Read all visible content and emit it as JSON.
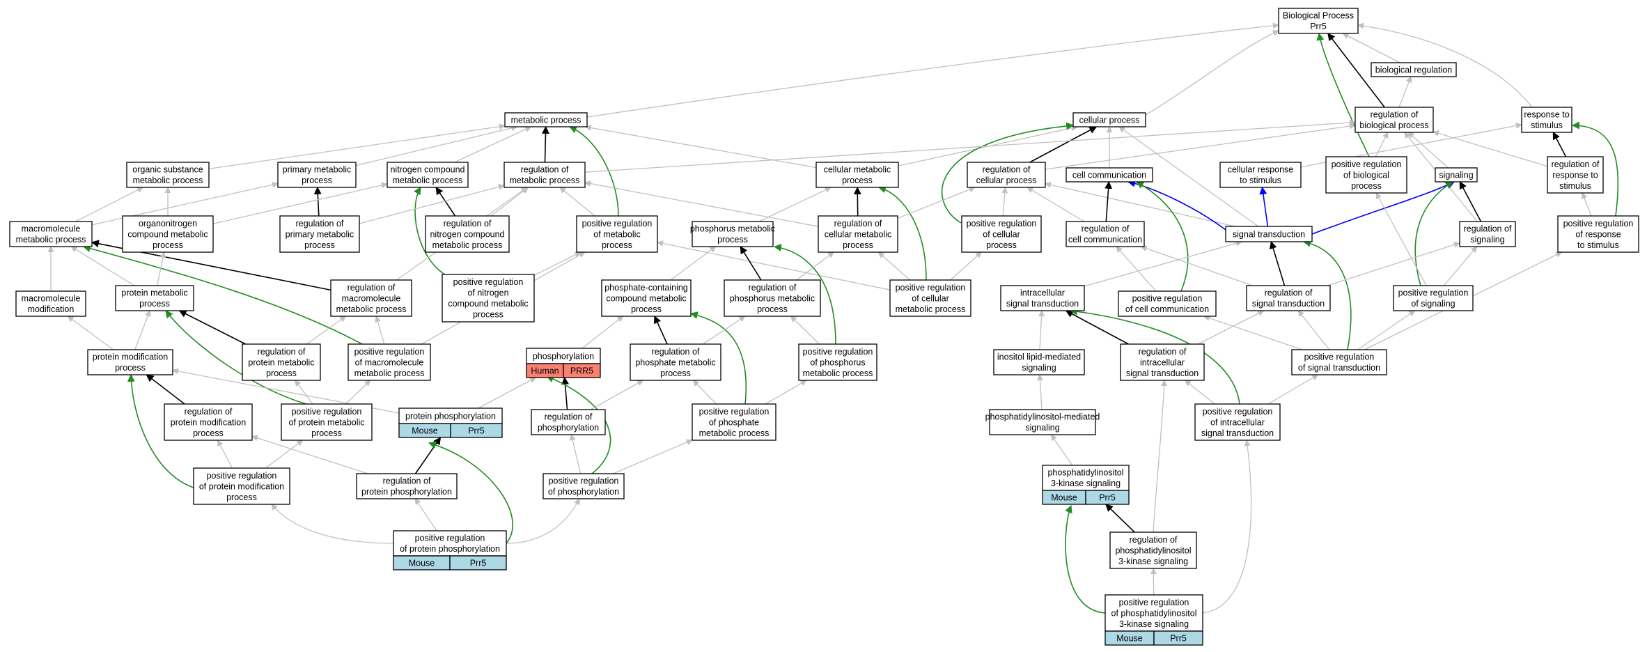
{
  "colors": {
    "edge_gray": "#c0c0c0",
    "edge_black": "#000000",
    "edge_green": "#228b22",
    "edge_blue": "#0000ff",
    "cell_mouse": "#add8e6",
    "cell_human": "#fa8072"
  },
  "nodes": [
    {
      "id": "bp",
      "lines": [
        "Biological Process",
        "Prr5"
      ]
    },
    {
      "id": "breg",
      "lines": [
        "biological regulation"
      ]
    },
    {
      "id": "mp",
      "lines": [
        "metabolic process"
      ]
    },
    {
      "id": "cp",
      "lines": [
        "cellular process"
      ]
    },
    {
      "id": "rbp",
      "lines": [
        "regulation of",
        "biological process"
      ]
    },
    {
      "id": "rts",
      "lines": [
        "response to",
        "stimulus"
      ]
    },
    {
      "id": "osmp",
      "lines": [
        "organic substance",
        "metabolic process"
      ]
    },
    {
      "id": "pmp",
      "lines": [
        "primary metabolic",
        "process"
      ]
    },
    {
      "id": "ncmp",
      "lines": [
        "nitrogen compound",
        "metabolic process"
      ]
    },
    {
      "id": "rmp",
      "lines": [
        "regulation of",
        "metabolic process"
      ]
    },
    {
      "id": "cmp",
      "lines": [
        "cellular metabolic",
        "process"
      ]
    },
    {
      "id": "rcp",
      "lines": [
        "regulation of",
        "cellular process"
      ]
    },
    {
      "id": "cc",
      "lines": [
        "cell communication"
      ]
    },
    {
      "id": "crs",
      "lines": [
        "cellular response",
        "to stimulus"
      ]
    },
    {
      "id": "prbp",
      "lines": [
        "positive regulation",
        "of biological",
        "process"
      ]
    },
    {
      "id": "sig",
      "lines": [
        "signaling"
      ]
    },
    {
      "id": "rrs",
      "lines": [
        "regulation of",
        "response to",
        "stimulus"
      ]
    },
    {
      "id": "macmp",
      "lines": [
        "macromolecule",
        "metabolic process"
      ]
    },
    {
      "id": "oncmp",
      "lines": [
        "organonitrogen",
        "compound metabolic",
        "process"
      ]
    },
    {
      "id": "rpmp",
      "lines": [
        "regulation of",
        "primary metabolic",
        "process"
      ]
    },
    {
      "id": "rncmp",
      "lines": [
        "regulation of",
        "nitrogen compound",
        "metabolic process"
      ]
    },
    {
      "id": "prmp",
      "lines": [
        "positive regulation",
        "of metabolic",
        "process"
      ]
    },
    {
      "id": "phmp",
      "lines": [
        "phosphorus metabolic",
        "process"
      ]
    },
    {
      "id": "rcmp",
      "lines": [
        "regulation of",
        "cellular metabolic",
        "process"
      ]
    },
    {
      "id": "prcp",
      "lines": [
        "positive regulation",
        "of cellular",
        "process"
      ]
    },
    {
      "id": "rcc",
      "lines": [
        "regulation of",
        "cell communication"
      ]
    },
    {
      "id": "st",
      "lines": [
        "signal transduction"
      ]
    },
    {
      "id": "rsig",
      "lines": [
        "regulation of",
        "signaling"
      ]
    },
    {
      "id": "prrs",
      "lines": [
        "positive regulation",
        "of response",
        "to stimulus"
      ]
    },
    {
      "id": "macmod",
      "lines": [
        "macromolecule",
        "modification"
      ]
    },
    {
      "id": "protmp",
      "lines": [
        "protein metabolic",
        "process"
      ]
    },
    {
      "id": "rmacmp",
      "lines": [
        "regulation of",
        "macromolecule",
        "metabolic process"
      ]
    },
    {
      "id": "prncmp",
      "lines": [
        "positive regulation",
        "of nitrogen",
        "compound metabolic",
        "process"
      ]
    },
    {
      "id": "pccmp",
      "lines": [
        "phosphate-containing",
        "compound metabolic",
        "process"
      ]
    },
    {
      "id": "rphmp",
      "lines": [
        "regulation of",
        "phosphorus metabolic",
        "process"
      ]
    },
    {
      "id": "prcmp",
      "lines": [
        "positive regulation",
        "of cellular",
        "metabolic process"
      ]
    },
    {
      "id": "ist",
      "lines": [
        "intracellular",
        "signal transduction"
      ]
    },
    {
      "id": "prcc",
      "lines": [
        "positive regulation",
        "of cell communication"
      ]
    },
    {
      "id": "rst",
      "lines": [
        "regulation of",
        "signal transduction"
      ]
    },
    {
      "id": "prsig",
      "lines": [
        "positive regulation",
        "of signaling"
      ]
    },
    {
      "id": "pmodp",
      "lines": [
        "protein modification",
        "process"
      ]
    },
    {
      "id": "rprotmp",
      "lines": [
        "regulation of",
        "protein metabolic",
        "process"
      ]
    },
    {
      "id": "prmacmp",
      "lines": [
        "positive regulation",
        "of macromolecule",
        "metabolic process"
      ]
    },
    {
      "id": "phos",
      "lines": [
        "phosphorylation"
      ],
      "cells": [
        "Human",
        "PRR5"
      ],
      "cell_color": "#fa8072"
    },
    {
      "id": "rphsmp",
      "lines": [
        "regulation of",
        "phosphate metabolic",
        "process"
      ]
    },
    {
      "id": "prphmp",
      "lines": [
        "positive regulation",
        "of phosphorus",
        "metabolic process"
      ]
    },
    {
      "id": "ilms",
      "lines": [
        "inositol lipid-mediated",
        "signaling"
      ]
    },
    {
      "id": "rist",
      "lines": [
        "regulation of",
        "intracellular",
        "signal transduction"
      ]
    },
    {
      "id": "prst",
      "lines": [
        "positive regulation",
        "of signal transduction"
      ]
    },
    {
      "id": "rpmodp",
      "lines": [
        "regulation of",
        "protein modification",
        "process"
      ]
    },
    {
      "id": "prprotmp",
      "lines": [
        "positive regulation",
        "of protein metabolic",
        "process"
      ]
    },
    {
      "id": "pphos",
      "lines": [
        "protein phosphorylation"
      ],
      "cells": [
        "Mouse",
        "Prr5"
      ],
      "cell_color": "#add8e6"
    },
    {
      "id": "rphos",
      "lines": [
        "regulation of",
        "phosphorylation"
      ]
    },
    {
      "id": "prphsmp",
      "lines": [
        "positive regulation",
        "of phosphate",
        "metabolic process"
      ]
    },
    {
      "id": "pims",
      "lines": [
        "phosphatidylinositol-mediated",
        "signaling"
      ]
    },
    {
      "id": "prist",
      "lines": [
        "positive regulation",
        "of intracellular",
        "signal transduction"
      ]
    },
    {
      "id": "prpmodp",
      "lines": [
        "positive regulation",
        "of protein modification",
        "process"
      ]
    },
    {
      "id": "rpphos",
      "lines": [
        "regulation of",
        "protein phosphorylation"
      ]
    },
    {
      "id": "prphos",
      "lines": [
        "positive regulation",
        "of phosphorylation"
      ]
    },
    {
      "id": "pi3k",
      "lines": [
        "phosphatidylinositol",
        "3-kinase signaling"
      ],
      "cells": [
        "Mouse",
        "Prr5"
      ],
      "cell_color": "#add8e6"
    },
    {
      "id": "prpphos",
      "lines": [
        "positive regulation",
        "of protein phosphorylation"
      ],
      "cells": [
        "Mouse",
        "Prr5"
      ],
      "cell_color": "#add8e6"
    },
    {
      "id": "rpi3k",
      "lines": [
        "regulation of",
        "phosphatidylinositol",
        "3-kinase signaling"
      ]
    },
    {
      "id": "prpi3k",
      "lines": [
        "positive regulation",
        "of phosphatidylinositol",
        "3-kinase signaling"
      ],
      "cells": [
        "Mouse",
        "Prr5"
      ],
      "cell_color": "#add8e6"
    }
  ],
  "edges": [
    [
      "breg",
      "bp",
      "gray"
    ],
    [
      "mp",
      "bp",
      "gray"
    ],
    [
      "cp",
      "bp",
      "gray"
    ],
    [
      "rbp",
      "bp",
      "black"
    ],
    [
      "prbp",
      "bp",
      "green"
    ],
    [
      "rts",
      "bp",
      "gray"
    ],
    [
      "rbp",
      "breg",
      "gray"
    ],
    [
      "osmp",
      "mp",
      "gray"
    ],
    [
      "pmp",
      "mp",
      "gray"
    ],
    [
      "ncmp",
      "mp",
      "gray"
    ],
    [
      "rmp",
      "mp",
      "black"
    ],
    [
      "prmp",
      "mp",
      "green"
    ],
    [
      "cmp",
      "mp",
      "gray"
    ],
    [
      "cmp",
      "cp",
      "gray"
    ],
    [
      "rcp",
      "cp",
      "black"
    ],
    [
      "cc",
      "cp",
      "gray"
    ],
    [
      "prcp",
      "cp",
      "green"
    ],
    [
      "st",
      "cp",
      "gray"
    ],
    [
      "rmp",
      "rbp",
      "gray"
    ],
    [
      "rcp",
      "rbp",
      "gray"
    ],
    [
      "prbp",
      "rbp",
      "gray"
    ],
    [
      "sig",
      "rbp",
      "gray"
    ],
    [
      "rrs",
      "rbp",
      "gray"
    ],
    [
      "rsig",
      "rbp",
      "gray"
    ],
    [
      "crs",
      "rts",
      "gray"
    ],
    [
      "rrs",
      "rts",
      "black"
    ],
    [
      "prrs",
      "rts",
      "green"
    ],
    [
      "macmp",
      "osmp",
      "gray"
    ],
    [
      "oncmp",
      "osmp",
      "gray"
    ],
    [
      "macmp",
      "pmp",
      "gray"
    ],
    [
      "rpmp",
      "pmp",
      "black"
    ],
    [
      "oncmp",
      "ncmp",
      "gray"
    ],
    [
      "rncmp",
      "ncmp",
      "black"
    ],
    [
      "prncmp",
      "ncmp",
      "green"
    ],
    [
      "rpmp",
      "rmp",
      "gray"
    ],
    [
      "rncmp",
      "rmp",
      "gray"
    ],
    [
      "prmp",
      "rmp",
      "gray"
    ],
    [
      "rcmp",
      "rmp",
      "gray"
    ],
    [
      "rmacmp",
      "rmp",
      "gray"
    ],
    [
      "rcmp",
      "cmp",
      "black"
    ],
    [
      "phmp",
      "cmp",
      "gray"
    ],
    [
      "prcmp",
      "cmp",
      "green"
    ],
    [
      "rcmp",
      "rcp",
      "gray"
    ],
    [
      "prcp",
      "rcp",
      "gray"
    ],
    [
      "rcc",
      "rcp",
      "gray"
    ],
    [
      "st",
      "rcp",
      "gray"
    ],
    [
      "rcc",
      "cc",
      "black"
    ],
    [
      "st",
      "cc",
      "blue"
    ],
    [
      "prcc",
      "cc",
      "green"
    ],
    [
      "st",
      "crs",
      "blue"
    ],
    [
      "st",
      "sig",
      "blue"
    ],
    [
      "prsig",
      "sig",
      "green"
    ],
    [
      "rsig",
      "sig",
      "black"
    ],
    [
      "prrs",
      "rrs",
      "gray"
    ],
    [
      "prsig",
      "prbp",
      "gray"
    ],
    [
      "macmod",
      "macmp",
      "gray"
    ],
    [
      "protmp",
      "macmp",
      "gray"
    ],
    [
      "rmacmp",
      "macmp",
      "black"
    ],
    [
      "prmacmp",
      "macmp",
      "green"
    ],
    [
      "protmp",
      "oncmp",
      "gray"
    ],
    [
      "prmacmp",
      "prmp",
      "gray"
    ],
    [
      "prncmp",
      "prmp",
      "gray"
    ],
    [
      "prcmp",
      "prmp",
      "gray"
    ],
    [
      "pccmp",
      "phmp",
      "gray"
    ],
    [
      "rphmp",
      "phmp",
      "black"
    ],
    [
      "prphmp",
      "phmp",
      "green"
    ],
    [
      "rphmp",
      "rcmp",
      "gray"
    ],
    [
      "prcmp",
      "rcmp",
      "gray"
    ],
    [
      "prcmp",
      "prcp",
      "gray"
    ],
    [
      "ist",
      "st",
      "gray"
    ],
    [
      "rst",
      "st",
      "black"
    ],
    [
      "prst",
      "st",
      "green"
    ],
    [
      "rst",
      "rcc",
      "gray"
    ],
    [
      "prcc",
      "rcc",
      "gray"
    ],
    [
      "rst",
      "rsig",
      "gray"
    ],
    [
      "prsig",
      "rsig",
      "gray"
    ],
    [
      "prst",
      "prrs",
      "gray"
    ],
    [
      "pmodp",
      "macmod",
      "gray"
    ],
    [
      "pmodp",
      "protmp",
      "gray"
    ],
    [
      "rprotmp",
      "protmp",
      "black"
    ],
    [
      "prprotmp",
      "protmp",
      "green"
    ],
    [
      "rprotmp",
      "rmacmp",
      "gray"
    ],
    [
      "prmacmp",
      "rmacmp",
      "gray"
    ],
    [
      "phos",
      "pccmp",
      "gray"
    ],
    [
      "rphsmp",
      "pccmp",
      "black"
    ],
    [
      "prphsmp",
      "pccmp",
      "green"
    ],
    [
      "rphsmp",
      "rphmp",
      "gray"
    ],
    [
      "prphmp",
      "rphmp",
      "gray"
    ],
    [
      "prphsmp",
      "prphmp",
      "gray"
    ],
    [
      "ilms",
      "ist",
      "gray"
    ],
    [
      "rist",
      "ist",
      "black"
    ],
    [
      "prist",
      "ist",
      "green"
    ],
    [
      "prst",
      "prcc",
      "gray"
    ],
    [
      "rist",
      "rst",
      "gray"
    ],
    [
      "prst",
      "rst",
      "gray"
    ],
    [
      "prst",
      "prsig",
      "gray"
    ],
    [
      "pphos",
      "pmodp",
      "gray"
    ],
    [
      "rpmodp",
      "pmodp",
      "black"
    ],
    [
      "prpmodp",
      "pmodp",
      "green"
    ],
    [
      "prprotmp",
      "rprotmp",
      "gray"
    ],
    [
      "prprotmp",
      "prmacmp",
      "gray"
    ],
    [
      "pphos",
      "phos",
      "gray"
    ],
    [
      "rphos",
      "phos",
      "black"
    ],
    [
      "prphos",
      "phos",
      "green"
    ],
    [
      "rphos",
      "rphsmp",
      "gray"
    ],
    [
      "prphsmp",
      "rphsmp",
      "gray"
    ],
    [
      "prphos",
      "prphsmp",
      "gray"
    ],
    [
      "pims",
      "ilms",
      "gray"
    ],
    [
      "prist",
      "rist",
      "gray"
    ],
    [
      "rpi3k",
      "rist",
      "gray"
    ],
    [
      "prist",
      "prst",
      "gray"
    ],
    [
      "prpmodp",
      "rpmodp",
      "gray"
    ],
    [
      "rpphos",
      "rpmodp",
      "gray"
    ],
    [
      "prpmodp",
      "prprotmp",
      "gray"
    ],
    [
      "rpphos",
      "pphos",
      "black"
    ],
    [
      "prpphos",
      "pphos",
      "green"
    ],
    [
      "prphos",
      "rphos",
      "gray"
    ],
    [
      "pi3k",
      "pims",
      "gray"
    ],
    [
      "prpi3k",
      "prist",
      "gray"
    ],
    [
      "prpphos",
      "prpmodp",
      "gray"
    ],
    [
      "prpphos",
      "rpphos",
      "gray"
    ],
    [
      "prpphos",
      "prphos",
      "gray"
    ],
    [
      "rpi3k",
      "pi3k",
      "black"
    ],
    [
      "prpi3k",
      "pi3k",
      "green"
    ],
    [
      "prpi3k",
      "rpi3k",
      "gray"
    ]
  ]
}
